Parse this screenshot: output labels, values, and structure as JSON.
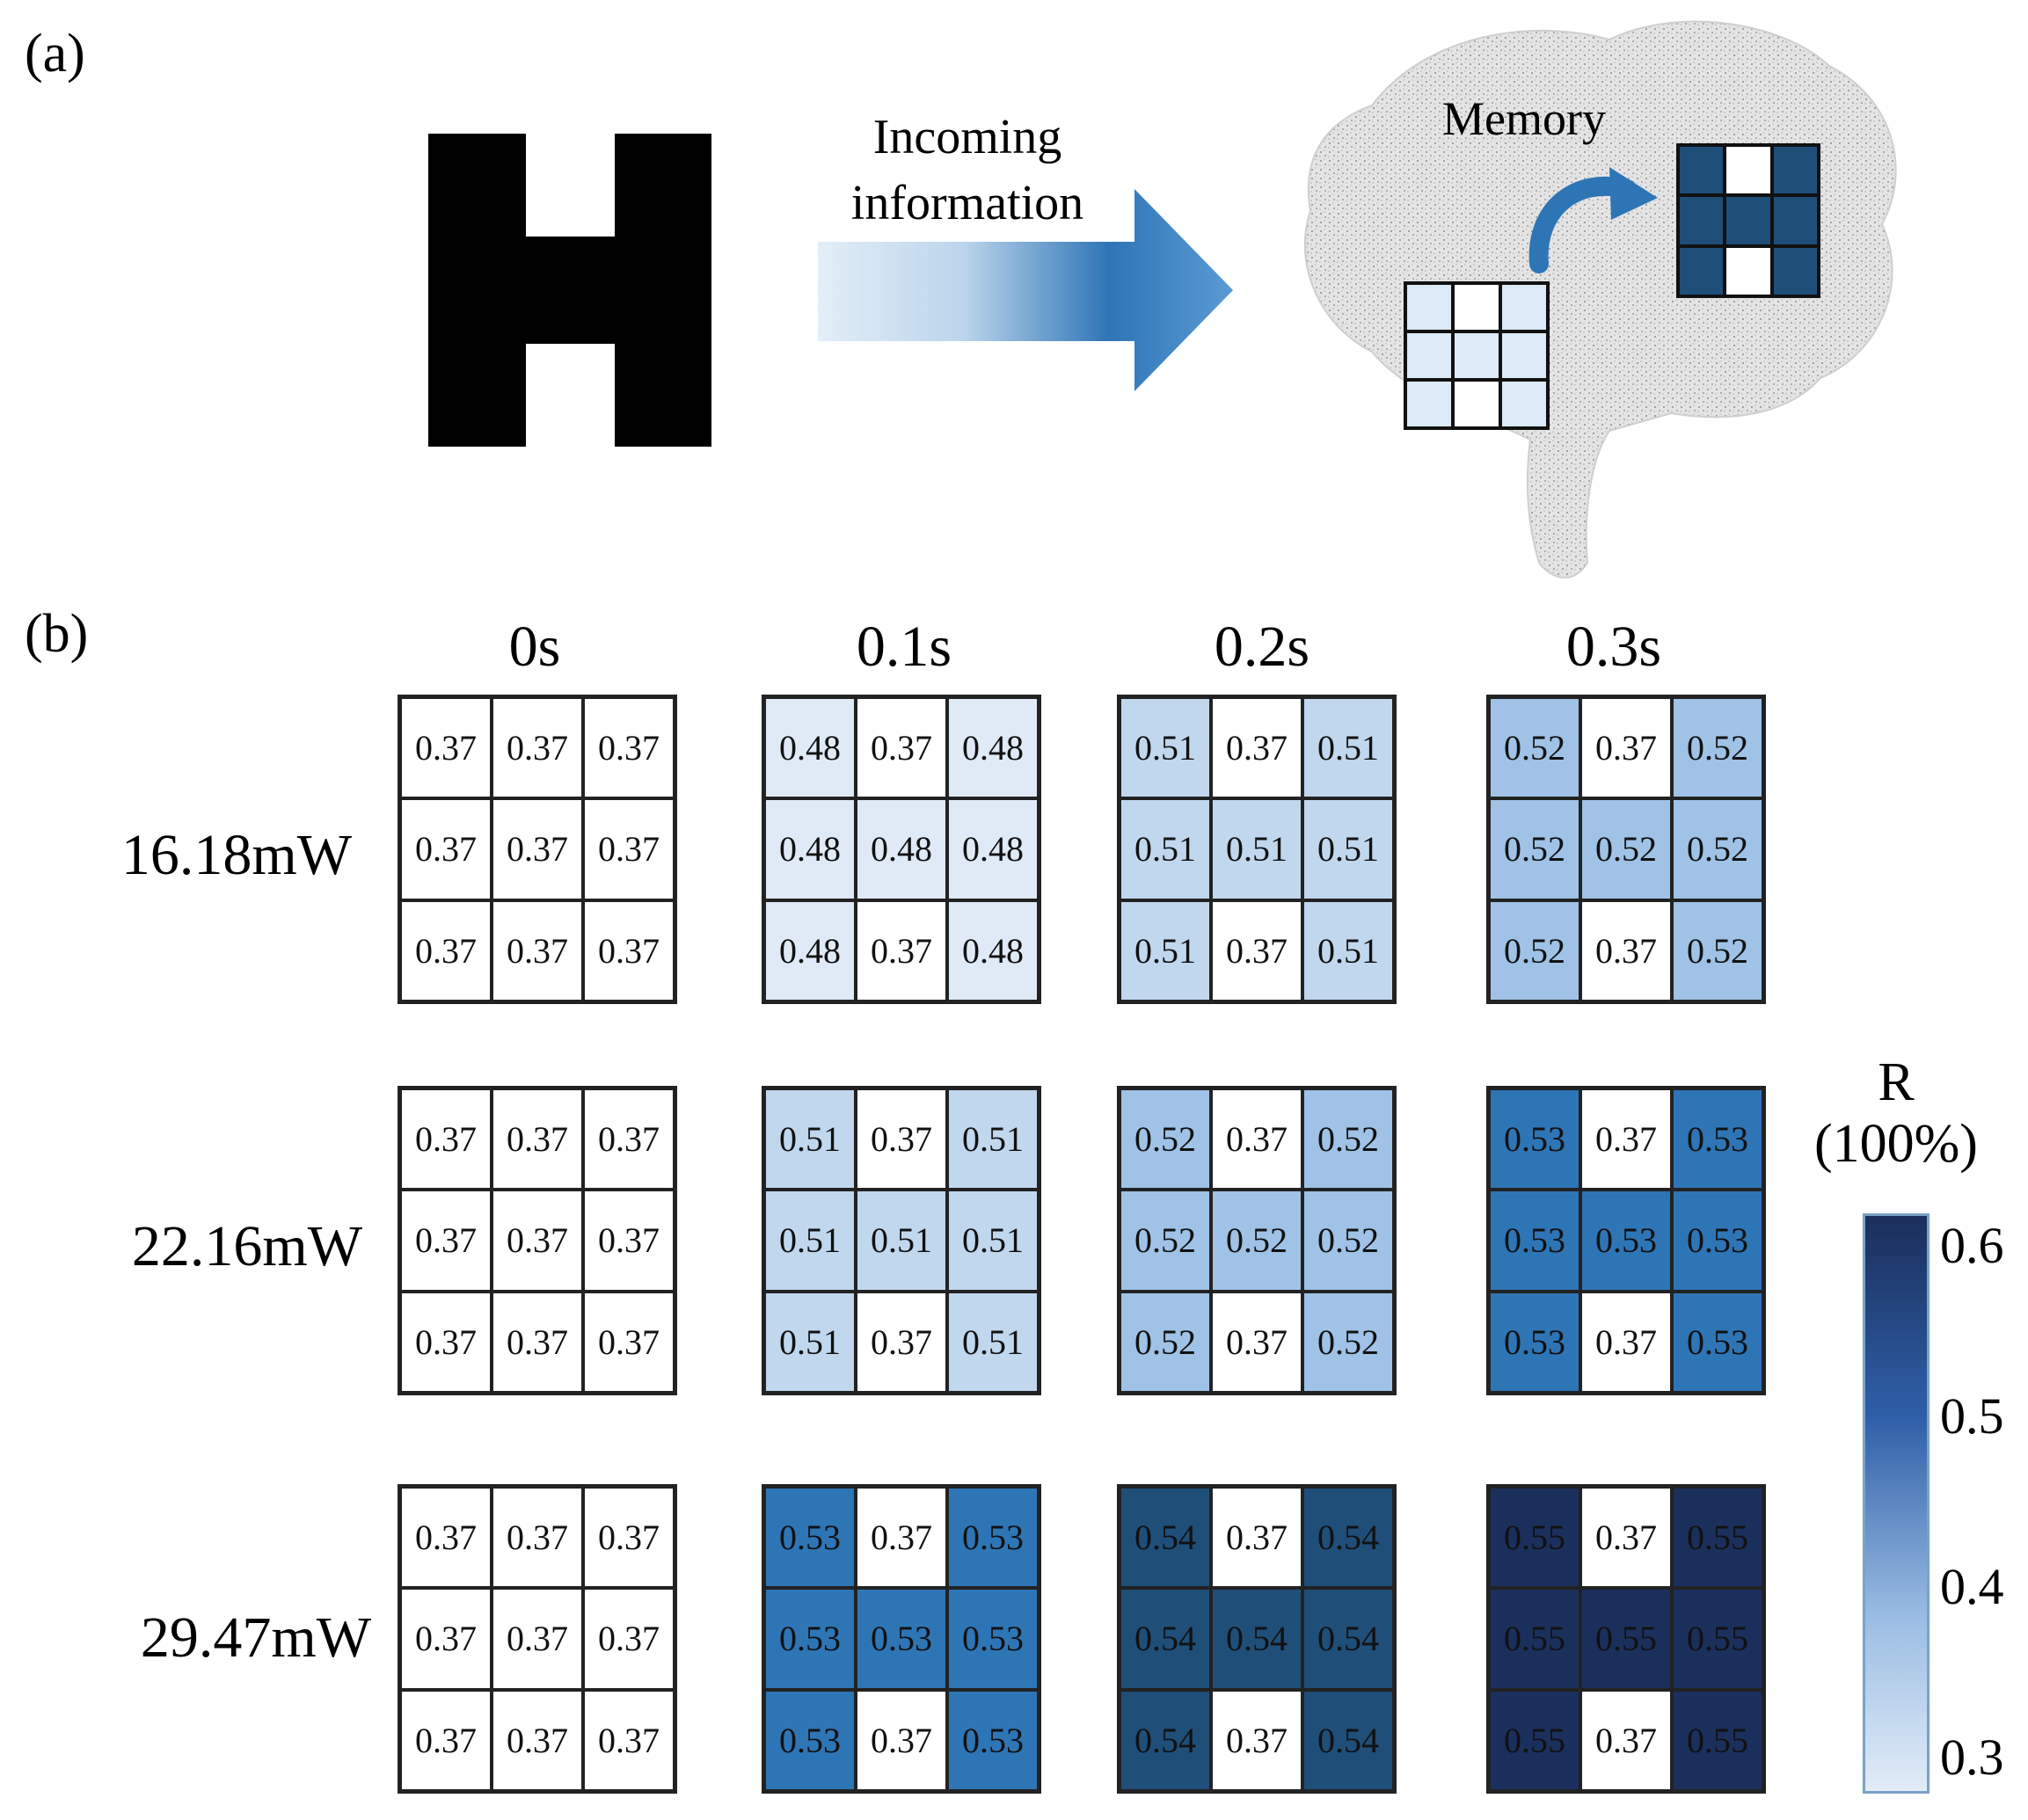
{
  "panel_a": {
    "label": "(a)",
    "arrow_text_line1": "Incoming",
    "arrow_text_line2": "information",
    "memory_label": "Memory",
    "colors": {
      "black": "#000000",
      "light_cell": "#dce9f6",
      "dark_cell": "#1f4e79",
      "arrow_start": "#d6e6f4",
      "arrow_end": "#2e75b6"
    }
  },
  "panel_b": {
    "label": "(b)",
    "time_labels": [
      "0s",
      "0.1s",
      "0.2s",
      "0.3s"
    ],
    "power_labels": [
      "16.18mW",
      "22.16mW",
      "29.47mW"
    ],
    "colorbar": {
      "title_line1": "R",
      "title_line2": "(100%)",
      "ticks": [
        "0.6",
        "0.5",
        "0.4",
        "0.3"
      ],
      "min": 0.3,
      "max": 0.6,
      "color_low": "#e2ecf7",
      "color_high": "#1b2f5c"
    },
    "grids": [
      [
        {
          "values": [
            "0.37",
            "0.37",
            "0.37",
            "0.37",
            "0.37",
            "0.37",
            "0.37",
            "0.37",
            "0.37"
          ]
        },
        {
          "values": [
            "0.48",
            "0.37",
            "0.48",
            "0.48",
            "0.48",
            "0.48",
            "0.48",
            "0.37",
            "0.48"
          ]
        },
        {
          "values": [
            "0.51",
            "0.37",
            "0.51",
            "0.51",
            "0.51",
            "0.51",
            "0.51",
            "0.37",
            "0.51"
          ]
        },
        {
          "values": [
            "0.52",
            "0.37",
            "0.52",
            "0.52",
            "0.52",
            "0.52",
            "0.52",
            "0.37",
            "0.52"
          ]
        }
      ],
      [
        {
          "values": [
            "0.37",
            "0.37",
            "0.37",
            "0.37",
            "0.37",
            "0.37",
            "0.37",
            "0.37",
            "0.37"
          ]
        },
        {
          "values": [
            "0.51",
            "0.37",
            "0.51",
            "0.51",
            "0.51",
            "0.51",
            "0.51",
            "0.37",
            "0.51"
          ]
        },
        {
          "values": [
            "0.52",
            "0.37",
            "0.52",
            "0.52",
            "0.52",
            "0.52",
            "0.52",
            "0.37",
            "0.52"
          ]
        },
        {
          "values": [
            "0.53",
            "0.37",
            "0.53",
            "0.53",
            "0.53",
            "0.53",
            "0.53",
            "0.37",
            "0.53"
          ]
        }
      ],
      [
        {
          "values": [
            "0.37",
            "0.37",
            "0.37",
            "0.37",
            "0.37",
            "0.37",
            "0.37",
            "0.37",
            "0.37"
          ]
        },
        {
          "values": [
            "0.53",
            "0.37",
            "0.53",
            "0.53",
            "0.53",
            "0.53",
            "0.53",
            "0.37",
            "0.53"
          ]
        },
        {
          "values": [
            "0.54",
            "0.37",
            "0.54",
            "0.54",
            "0.54",
            "0.54",
            "0.54",
            "0.37",
            "0.54"
          ]
        },
        {
          "values": [
            "0.55",
            "0.37",
            "0.55",
            "0.55",
            "0.55",
            "0.55",
            "0.55",
            "0.37",
            "0.55"
          ]
        }
      ]
    ],
    "cell_colors": {
      "0.37": "#ffffff",
      "0.48": "#dfeaf6",
      "0.51": "#c0d7ee",
      "0.52": "#9fc2e6",
      "0.53": "#2e75b6",
      "0.54": "#1f4e79",
      "0.55": "#1b2f5c"
    }
  }
}
